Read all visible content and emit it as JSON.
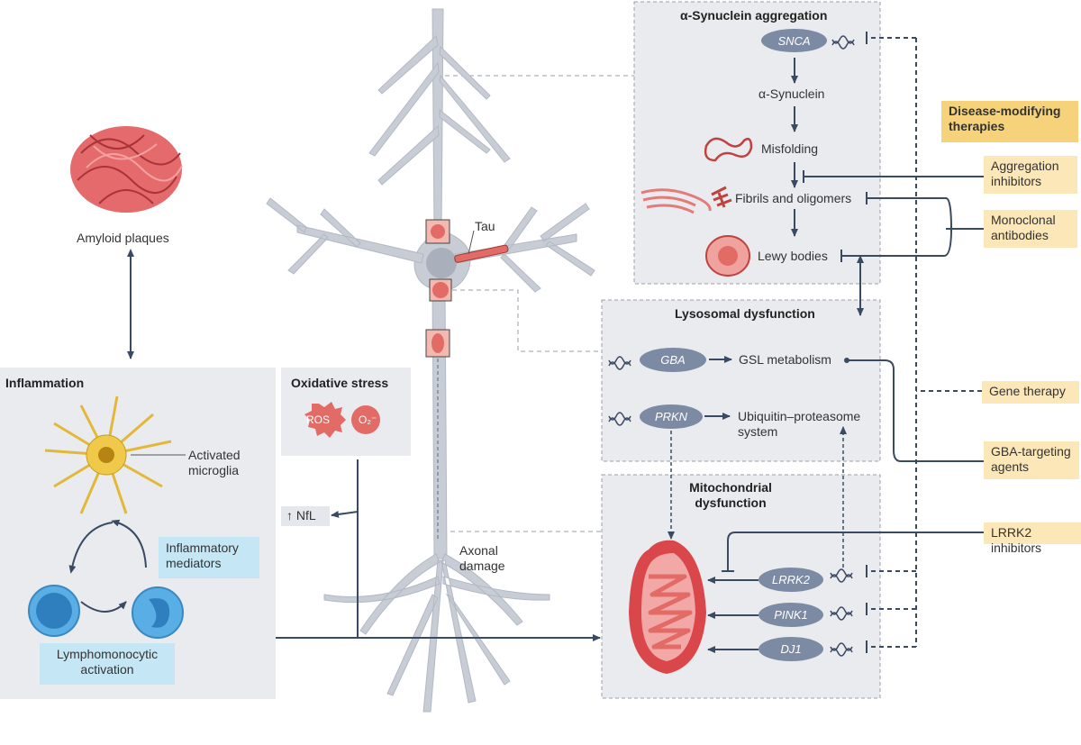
{
  "colors": {
    "panel_bg": "#e9ebee",
    "panel_border": "#9aa0aa",
    "arrow": "#3a4a63",
    "therapy_box": "#fbe7b8",
    "therapy_header": "#f6d37a",
    "blue_box": "#c5e6f5",
    "neuron": "#c7ccd5",
    "protein": "#e26b66",
    "gene_pill": "#7d8aa3"
  },
  "amyloid": {
    "label": "Amyloid plaques"
  },
  "inflammation": {
    "title": "Inflammation",
    "microglia_label": "Activated microglia",
    "mediators_label": "Inflammatory mediators",
    "lympho_label": "Lymphomonocytic activation"
  },
  "oxidative": {
    "title": "Oxidative stress",
    "ros": "ROS",
    "o2": "O₂⁻"
  },
  "neuron": {
    "nfl": "↑ NfL",
    "tau": "Tau",
    "axonal": "Axonal damage"
  },
  "synuclein": {
    "title": "α-Synuclein aggregation",
    "snca": "SNCA",
    "protein": "α-Synuclein",
    "misfolding": "Misfolding",
    "fibrils": "Fibrils and oligomers",
    "lewy": "Lewy bodies"
  },
  "lysosomal": {
    "title": "Lysosomal dysfunction",
    "gba": "GBA",
    "gsl": "GSL metabolism",
    "prkn": "PRKN",
    "ups": "Ubiquitin–proteasome system"
  },
  "mito": {
    "title": "Mitochondrial dysfunction",
    "lrrk2": "LRRK2",
    "pink1": "PINK1",
    "dj1": "DJ1"
  },
  "therapies": {
    "header": "Disease-modifying therapies",
    "aggregation": "Aggregation inhibitors",
    "antibodies": "Monoclonal antibodies",
    "gene": "Gene therapy",
    "gba_agents": "GBA-targeting agents",
    "lrrk2_inh": "LRRK2 inhibitors"
  }
}
